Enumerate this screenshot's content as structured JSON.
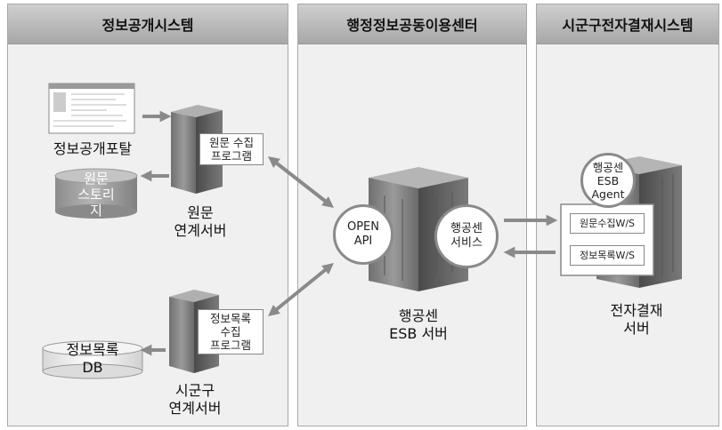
{
  "panels": {
    "left_title": "정보공개시스템",
    "middle_title": "행정정보공동이용센터",
    "right_title": "시군구전자결재시스템"
  },
  "left": {
    "portal_label": "정보공개포탈",
    "storage_line1": "원문",
    "storage_line2": "스토리",
    "storage_line3": "지",
    "collect_box_line1": "원문 수집",
    "collect_box_line2": "프로그램",
    "server1_line1": "원문",
    "server1_line2": "연계서버",
    "db_line1": "정보목록",
    "db_line2": "DB",
    "catalog_box_line1": "정보목록",
    "catalog_box_line2": "수집",
    "catalog_box_line3": "프로그램",
    "server2_line1": "시군구",
    "server2_line2": "연계서버"
  },
  "middle": {
    "open_api_line1": "OPEN",
    "open_api_line2": "API",
    "service_line1": "행공센",
    "service_line2": "서비스",
    "server_line1": "행공센",
    "server_line2": "ESB 서버"
  },
  "right": {
    "agent_line1": "행공센",
    "agent_line2": "ESB",
    "agent_line3": "Agent",
    "ws1": "원문수집W/S",
    "ws2": "정보목록W/S",
    "server_line1": "전자결재",
    "server_line2": "서버"
  },
  "colors": {
    "panel_bg": "#f0f0f0",
    "header_bg": "#b8b8b8",
    "arrow": "#8a8a8a",
    "server_dark": "#5a5a5a",
    "server_light": "#a0a0a0"
  }
}
